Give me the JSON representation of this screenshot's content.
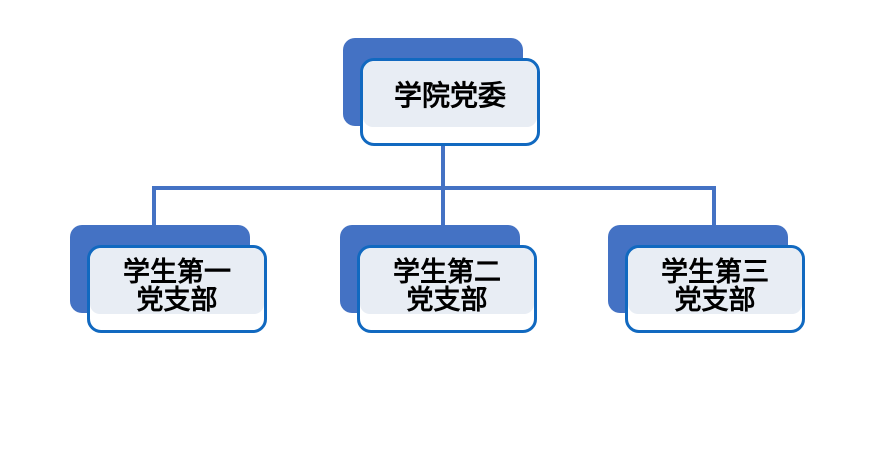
{
  "diagram": {
    "type": "organization-chart",
    "title_text": "",
    "colors": {
      "slab_blue": "#4472C4",
      "card_border_blue": "#1169C0",
      "panel_fill": "#E8EDF4",
      "card_fill": "#FFFFFF",
      "connector_blue": "#4472C4",
      "text": "#000000",
      "background": "#FFFFFF"
    },
    "root": {
      "id": "college-party-committee",
      "label": "学院党委"
    },
    "children": [
      {
        "id": "student-branch-1",
        "label": "学生第一\n党支部"
      },
      {
        "id": "student-branch-2",
        "label": "学生第二\n党支部"
      },
      {
        "id": "student-branch-3",
        "label": "学生第三\n党支部"
      }
    ]
  }
}
